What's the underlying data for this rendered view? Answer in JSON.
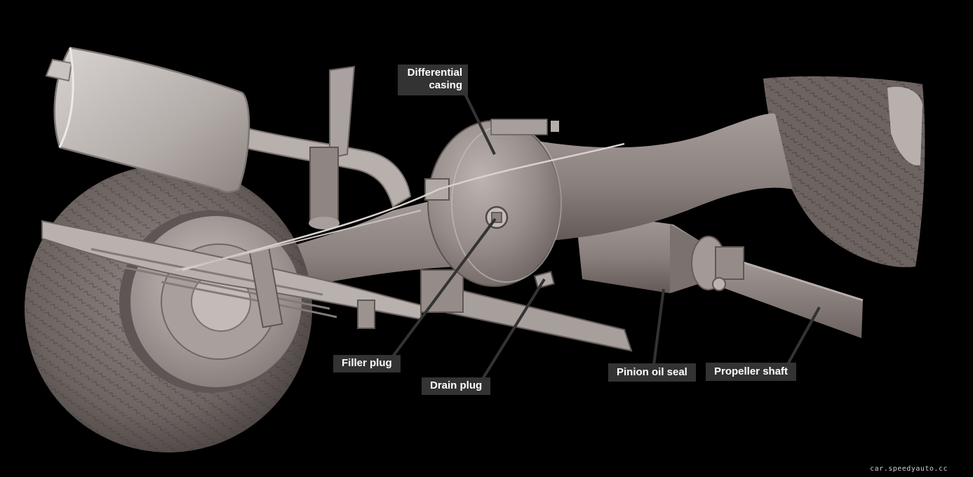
{
  "labels": {
    "differential_casing": [
      "Differential",
      "casing"
    ],
    "filler_plug": "Filler plug",
    "drain_plug": "Drain plug",
    "pinion_oil_seal": "Pinion oil seal",
    "propeller_shaft": "Propeller shaft"
  },
  "watermark": "car.speedyauto.cc",
  "colors": {
    "background": "#000000",
    "label_bg": "#333333",
    "label_text": "#ffffff",
    "leader_line": "#333333",
    "metal": "#8a7f7c",
    "tyre": "#6b625f"
  }
}
